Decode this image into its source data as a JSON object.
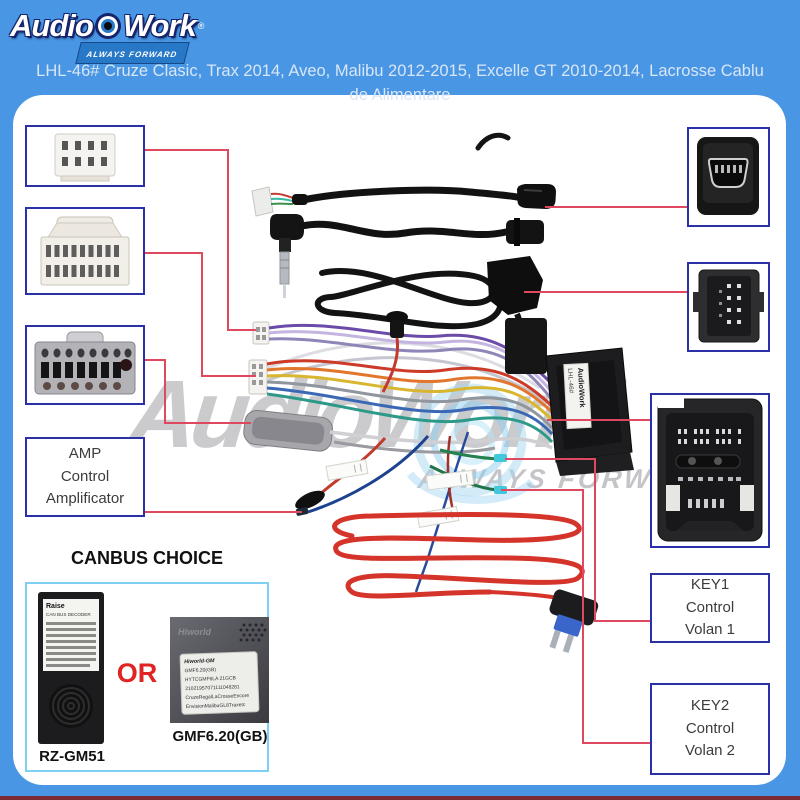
{
  "logo": {
    "audio": "Audio",
    "work": "Work",
    "tagline": "ALWAYS FORWARD",
    "registered": "®"
  },
  "header": {
    "line1": "LHL-46# Cruze Clasic, Trax 2014, Aveo, Malibu 2012-2015, Excelle GT 2010-2014, Lacrosse Cablu",
    "line2": "de Alimentare"
  },
  "callouts": {
    "amp": {
      "lines": [
        "AMP",
        "Control",
        "Amplificator"
      ]
    },
    "key1": {
      "lines": [
        "KEY1",
        "Control",
        "Volan 1"
      ]
    },
    "key2": {
      "lines": [
        "KEY2",
        "Control",
        "Volan 2"
      ]
    }
  },
  "canbus": {
    "title": "CANBUS CHOICE",
    "or_label": "OR",
    "option1": {
      "name": "RZ-GM51",
      "brand": "Raise",
      "type_label": "CAN BUS DECODER"
    },
    "option2": {
      "name": "GMF6.20(GB)",
      "brand": "Hiworld",
      "label_lines": [
        "Hiworld-GM",
        "GMF6.20(GB)",
        "HYTCGMF6LA   21GCB",
        "21021957071111048281",
        "CruzeRegalLaCrosseEncore",
        "EnvisionMalibuGL8Traxetc"
      ]
    }
  },
  "watermark": {
    "brand": "AudioWork",
    "tagline": "ALWAYS FORWARD",
    "registered": "®"
  },
  "harness": {
    "connector_label_line1": "AudioWork",
    "connector_label_line2": "LHL-46#"
  },
  "colors": {
    "background": "#4997E4",
    "callout_line": "#E04860",
    "box_border": "#2B2FA8",
    "canbus_border": "#7FD0F4",
    "or_red": "#E02424"
  }
}
